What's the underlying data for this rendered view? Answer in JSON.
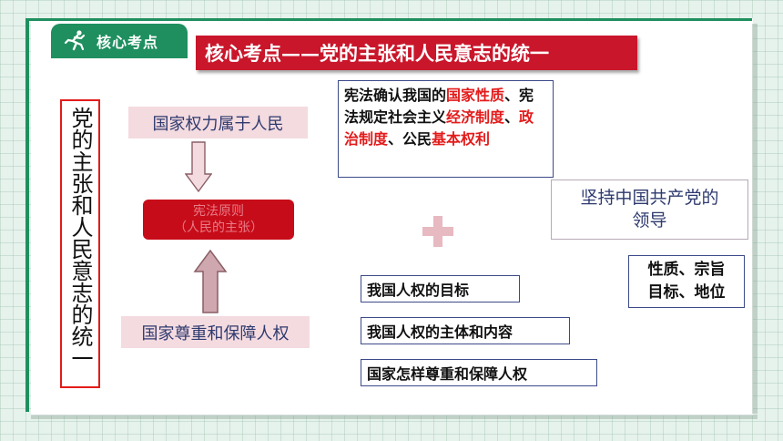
{
  "tab": {
    "label": "核心考点",
    "icon": "runner-icon"
  },
  "title": "核心考点——党的主张和人民意志的统一",
  "vertical_text": "党的主张和人民意志的统一",
  "flow": {
    "top_pill": "国家权力属于人民",
    "principle_line1": "宪法原则",
    "principle_line2": "（人民的主张）",
    "bottom_pill": "国家尊重和保障人权"
  },
  "constitution_box": {
    "seg1": "宪法确认我国的",
    "seg2": "国家性质",
    "seg3": "、宪法规定社会主义",
    "seg4": "经济制度",
    "seg5": "、",
    "seg6": "政治制度",
    "seg7": "、公民",
    "seg8": "基本权利"
  },
  "party_box": {
    "line1": "坚持中国共产党的",
    "line2": "领导"
  },
  "nature_box": {
    "line1": "性质、宗旨",
    "line2": "目标、地位"
  },
  "human_rights": [
    "我国人权的目标",
    "我国人权的主体和内容",
    "国家怎样尊重和保障人权"
  ],
  "colors": {
    "green": "#1f8f5f",
    "title_red": "#c9162b",
    "highlight_red": "#e31b1b",
    "pill_pink": "#f4dbe0",
    "navy_text": "#2e3a6e"
  }
}
